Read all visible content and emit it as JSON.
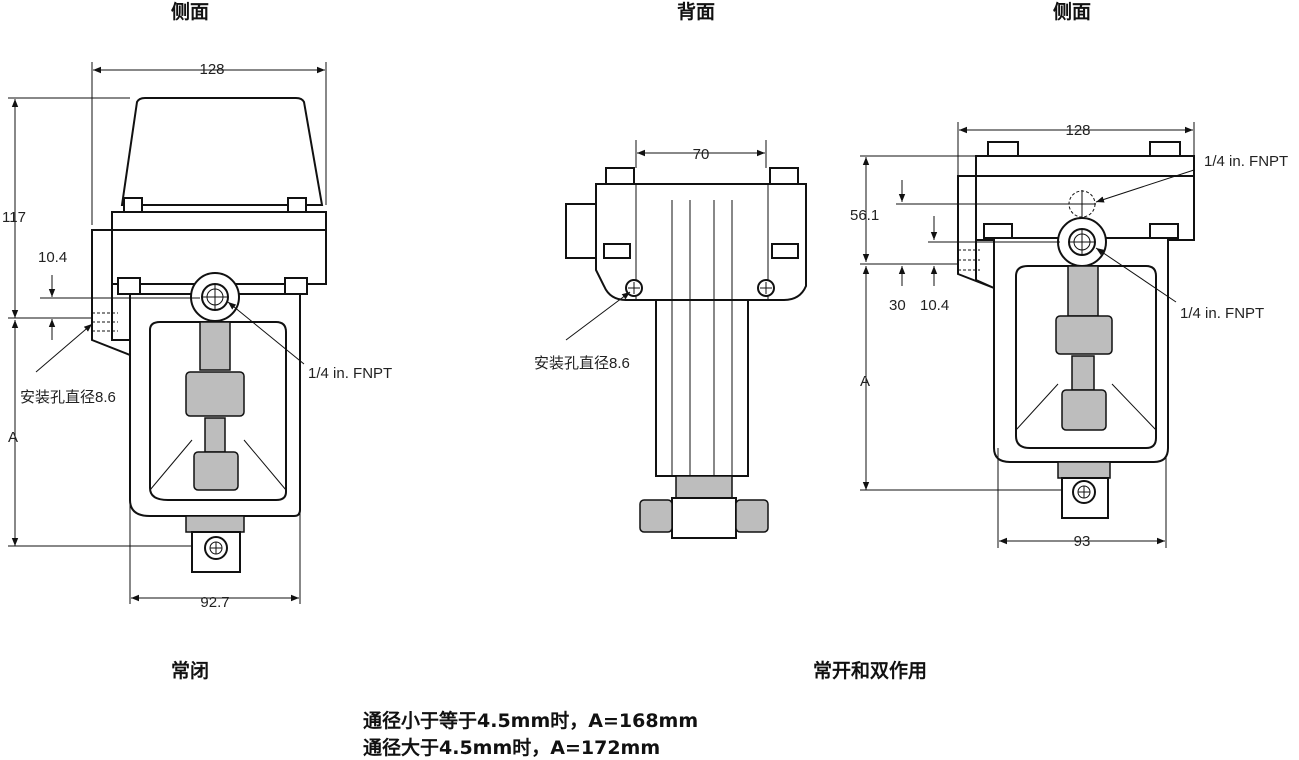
{
  "views": {
    "left_title": "侧面",
    "middle_title": "背面",
    "right_title": "侧面"
  },
  "left_view": {
    "dim_top_width": "128",
    "dim_height_117": "117",
    "dim_10_4": "10.4",
    "dim_A": "A",
    "dim_bottom_width": "92.7",
    "port_label": "1/4 in. FNPT",
    "hole_label": "安装孔直径8.6"
  },
  "middle_view": {
    "dim_top_width": "70",
    "hole_label": "安装孔直径8.6"
  },
  "right_view": {
    "dim_top_width": "128",
    "port_top_label": "1/4 in. FNPT",
    "port_bottom_label": "1/4 in. FNPT",
    "dim_56_1": "56.1",
    "dim_30": "30",
    "dim_10_4": "10.4",
    "dim_A": "A",
    "dim_bottom_width": "93"
  },
  "captions": {
    "normally_closed": "常闭",
    "normally_open_double": "常开和双作用"
  },
  "notes": {
    "line1": "通径小于等于4.5mm时，A=168mm",
    "line2": "通径大于4.5mm时，A=172mm"
  }
}
